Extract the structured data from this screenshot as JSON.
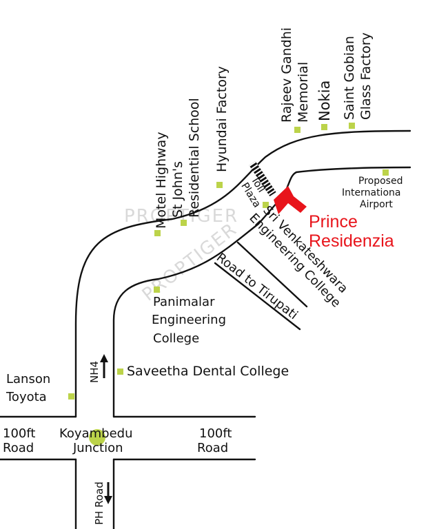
{
  "colors": {
    "road": "#111111",
    "marker": "#bcd34a",
    "destination": "#e8141b",
    "watermark": "#d9d9d9",
    "background": "#ffffff"
  },
  "watermarks": [
    "PROPTIGER",
    "PROPTIGER"
  ],
  "destination": {
    "lines": [
      "Prince",
      "Residenzia"
    ],
    "icon": "red-arrow-icon"
  },
  "toll": {
    "lines": [
      "Toll",
      "Plaza"
    ],
    "icon": "toll-gate-icon"
  },
  "highways": {
    "nh4": {
      "label": "NH4",
      "icon": "arrow-up-icon"
    },
    "ph_road": {
      "label": "PH Road",
      "icon": "arrow-down-icon"
    },
    "road_to_tirupati": {
      "label": "Road to Tirupati"
    }
  },
  "junction": {
    "lines": [
      "Koyambedu",
      "Junction"
    ],
    "icon": "junction-dot-icon"
  },
  "roads_100ft": {
    "left": [
      "100ft",
      "Road"
    ],
    "right": [
      "100ft",
      "Road"
    ]
  },
  "landmarks": {
    "motel_highway": {
      "lines": [
        "Motel Highway"
      ]
    },
    "st_johns": {
      "lines": [
        "St John's",
        "Residential School"
      ]
    },
    "hyundai": {
      "lines": [
        "Hyundai Factory"
      ]
    },
    "rajeev_gandhi": {
      "lines": [
        "Rajeev Gandhi",
        "Memorial"
      ]
    },
    "nokia": {
      "lines": [
        "Nokia"
      ]
    },
    "saint_gobian": {
      "lines": [
        "Saint Gobian",
        "Glass Factory"
      ]
    },
    "airport": {
      "lines": [
        "Proposed",
        "Internationa",
        "Airport"
      ]
    },
    "sri_venkateshwara": {
      "lines": [
        "Sri Venkateshwara",
        "Engineering College"
      ]
    },
    "panimalar": {
      "lines": [
        "Panimalar",
        "Engineering",
        "College"
      ]
    },
    "saveetha": {
      "lines": [
        "Saveetha Dental College"
      ]
    },
    "lanson": {
      "lines": [
        "Lanson",
        "Toyota"
      ]
    }
  }
}
